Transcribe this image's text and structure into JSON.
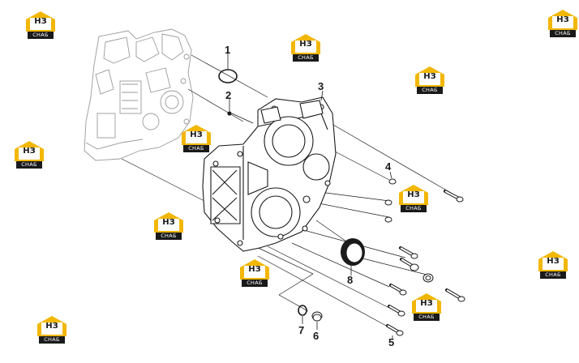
{
  "diagram": {
    "callouts": {
      "c1": "1",
      "c2": "2",
      "c3": "3",
      "c4": "4",
      "c5": "5",
      "c6": "6",
      "c7": "7",
      "c8": "8"
    }
  },
  "watermark": {
    "monogram": "НЗ",
    "subtitle": "СНАБ",
    "colors": {
      "roof": "#f2b705",
      "ink": "#1a1a1a"
    }
  },
  "colors": {
    "line": "#1a1a1a",
    "ghost": "#9a9a9a",
    "background": "#ffffff"
  }
}
